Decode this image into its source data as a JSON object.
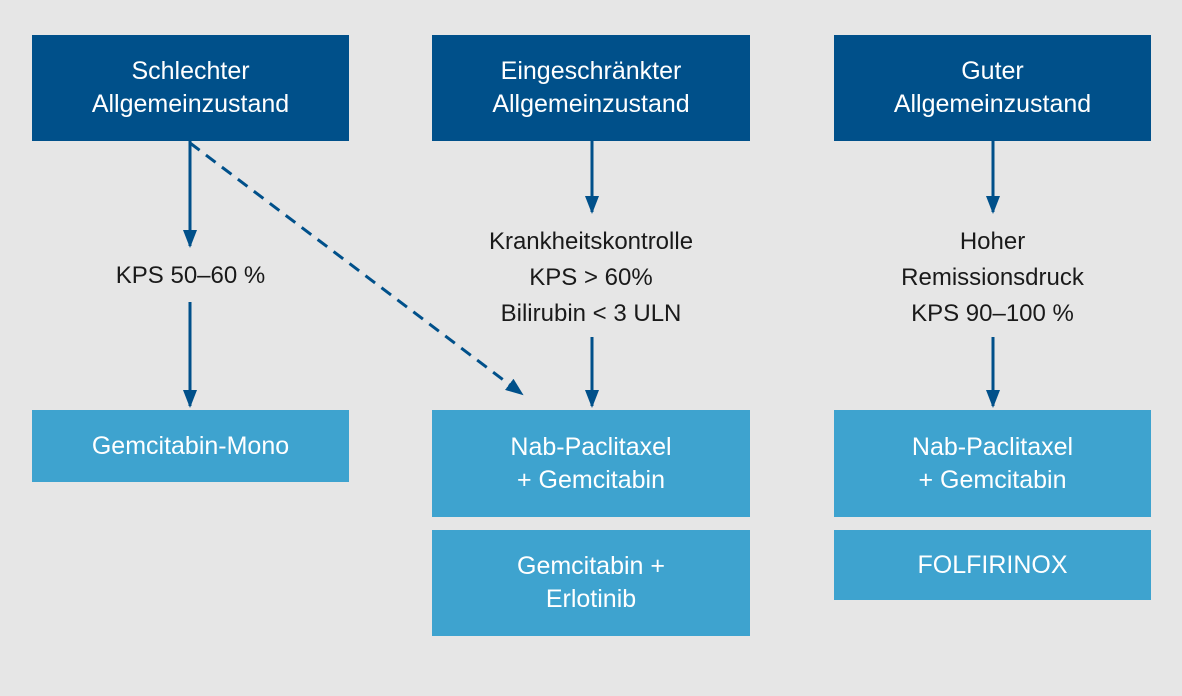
{
  "columns": [
    {
      "header": [
        "Schlechter",
        "Allgemeinzustand"
      ],
      "criteria": [
        "KPS 50–60 %"
      ],
      "therapies": [
        [
          "Gemcitabin-Mono"
        ]
      ]
    },
    {
      "header": [
        "Eingeschränkter",
        "Allgemeinzustand"
      ],
      "criteria": [
        "Krankheitskontrolle",
        "KPS > 60%",
        "Bilirubin < 3 ULN"
      ],
      "therapies": [
        [
          "Nab-Paclitaxel",
          "+ Gemcitabin"
        ],
        [
          "Gemcitabin +",
          "Erlotinib"
        ]
      ]
    },
    {
      "header": [
        "Guter",
        "Allgemeinzustand"
      ],
      "criteria": [
        "Hoher",
        "Remissionsdruck",
        "KPS 90–100 %"
      ],
      "therapies": [
        [
          "Nab-Paclitaxel",
          "+ Gemcitabin"
        ],
        [
          "FOLFIRINOX"
        ]
      ]
    }
  ],
  "colors": {
    "background": "#e6e6e6",
    "header_box": "#00508a",
    "therapy_box": "#3ea3cf",
    "arrow": "#00508a",
    "text_dark": "#1a1a1a",
    "text_light": "#ffffff"
  }
}
